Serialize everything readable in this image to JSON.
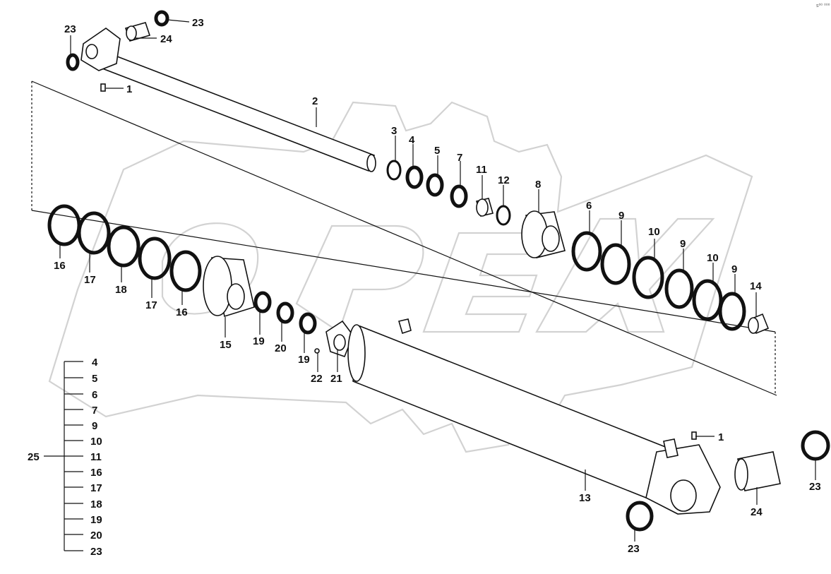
{
  "corner_mark": "s⁰⁰ ⁰⁰⁰",
  "watermark": {
    "text": "OPEX",
    "color": "#d2d2d2",
    "shape": "gear"
  },
  "callouts": [
    {
      "id": "c23a",
      "label": "23"
    },
    {
      "id": "c23b",
      "label": "23"
    },
    {
      "id": "c24a",
      "label": "24"
    },
    {
      "id": "c1a",
      "label": "1"
    },
    {
      "id": "c2",
      "label": "2"
    },
    {
      "id": "c3",
      "label": "3"
    },
    {
      "id": "c4",
      "label": "4"
    },
    {
      "id": "c5",
      "label": "5"
    },
    {
      "id": "c7",
      "label": "7"
    },
    {
      "id": "c11",
      "label": "11"
    },
    {
      "id": "c12",
      "label": "12"
    },
    {
      "id": "c8",
      "label": "8"
    },
    {
      "id": "c6",
      "label": "6"
    },
    {
      "id": "c9a",
      "label": "9"
    },
    {
      "id": "c10a",
      "label": "10"
    },
    {
      "id": "c9b",
      "label": "9"
    },
    {
      "id": "c10b",
      "label": "10"
    },
    {
      "id": "c9c",
      "label": "9"
    },
    {
      "id": "c14",
      "label": "14"
    },
    {
      "id": "c16a",
      "label": "16"
    },
    {
      "id": "c17a",
      "label": "17"
    },
    {
      "id": "c18",
      "label": "18"
    },
    {
      "id": "c17b",
      "label": "17"
    },
    {
      "id": "c16b",
      "label": "16"
    },
    {
      "id": "c15",
      "label": "15"
    },
    {
      "id": "c19a",
      "label": "19"
    },
    {
      "id": "c20",
      "label": "20"
    },
    {
      "id": "c19b",
      "label": "19"
    },
    {
      "id": "c22",
      "label": "22"
    },
    {
      "id": "c21",
      "label": "21"
    },
    {
      "id": "c13",
      "label": "13"
    },
    {
      "id": "c1b",
      "label": "1"
    },
    {
      "id": "c24b",
      "label": "24"
    },
    {
      "id": "c23c",
      "label": "23"
    },
    {
      "id": "c23d",
      "label": "23"
    }
  ],
  "kit": {
    "label": "25",
    "items": [
      "4",
      "5",
      "6",
      "7",
      "9",
      "10",
      "11",
      "16",
      "17",
      "18",
      "19",
      "20",
      "23"
    ]
  }
}
